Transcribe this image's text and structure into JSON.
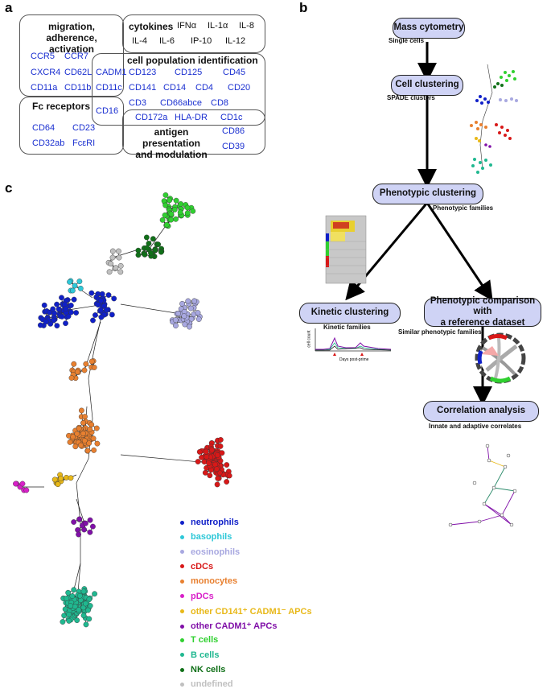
{
  "panels": {
    "a": "a",
    "b": "b",
    "c": "c"
  },
  "panel_a": {
    "migration_header": "migration, adherence,\nactivation",
    "migration_markers": [
      "CCR5",
      "CCR7",
      "CXCR4",
      "CD62L",
      "CD11a",
      "CD11b"
    ],
    "cadm1": "CADM1",
    "cd11c": "CD11c",
    "cytokines_header": "cytokines",
    "cytokines": [
      "IFNα",
      "IL-1α",
      "IL-8",
      "IL-4",
      "IL-6",
      "IP-10",
      "IL-12"
    ],
    "cellpop_header": "cell population identification",
    "cellpop_markers": [
      "CD123",
      "CD125",
      "CD45",
      "CD141",
      "CD14",
      "CD4",
      "CD20",
      "CD3",
      "CD66abce",
      "CD8"
    ],
    "fc_header": "Fc receptors",
    "cd16": "CD16",
    "fc_markers": [
      "CD64",
      "CD23",
      "CD32ab",
      "FcεRI"
    ],
    "ag_row_markers": [
      "CD172a",
      "HLA-DR",
      "CD1c"
    ],
    "ag_header": "antigen presentation\nand modulation",
    "ag_markers": [
      "CD86",
      "CD39"
    ]
  },
  "workflow": {
    "mass_cytometry": "Mass cytometry",
    "single_cells": "Single cells",
    "cell_clustering": "Cell clustering",
    "spade_clusters": "SPADE clusters",
    "phenotypic_clustering": "Phenotypic clustering",
    "phenotypic_families": "Phenotypic families",
    "kinetic_clustering": "Kinetic clustering",
    "kinetic_families": "Kinetic families",
    "phenotypic_comparison": "Phenotypic comparison with\na reference dataset",
    "similar_families": "Similar phenotypic families",
    "correlation_analysis": "Correlation analysis",
    "innate_adaptive": "Innate and adaptive correlates",
    "days_label": "Days post-prime",
    "cell_count_label": "cell count"
  },
  "legend": [
    {
      "label": "neutrophils",
      "color": "#1020c8"
    },
    {
      "label": "basophils",
      "color": "#2ec8d8"
    },
    {
      "label": "eosinophils",
      "color": "#a8a8e0"
    },
    {
      "label": "cDCs",
      "color": "#d81818"
    },
    {
      "label": "monocytes",
      "color": "#e88030"
    },
    {
      "label": "pDCs",
      "color": "#d820c8"
    },
    {
      "label": "other CD141⁺ CADM1⁻ APCs",
      "color": "#e8b818"
    },
    {
      "label": "other CADM1⁺ APCs",
      "color": "#8010a8"
    },
    {
      "label": "T cells",
      "color": "#30d030"
    },
    {
      "label": "B cells",
      "color": "#20b890"
    },
    {
      "label": "NK cells",
      "color": "#107018"
    },
    {
      "label": "undefined",
      "color": "#c0c0c0"
    }
  ]
}
